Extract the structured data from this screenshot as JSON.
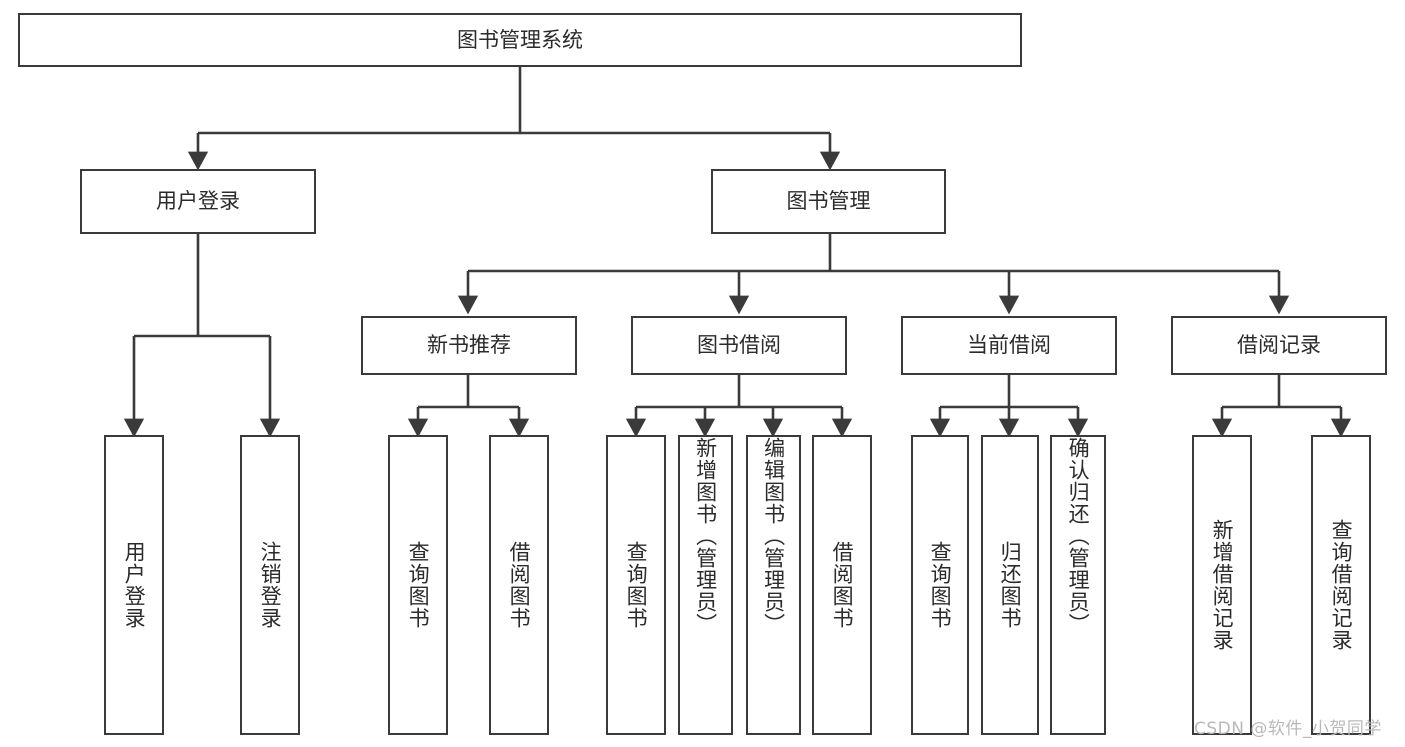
{
  "diagram": {
    "type": "hierarchy-tree",
    "title": "图书管理系统",
    "levels": 4,
    "root": {
      "id": "root",
      "label": "图书管理系统"
    },
    "level2": [
      {
        "id": "user-login",
        "label": "用户登录"
      },
      {
        "id": "book-management",
        "label": "图书管理"
      }
    ],
    "level3": [
      {
        "id": "new-book-recommend",
        "label": "新书推荐",
        "parent": "book-management"
      },
      {
        "id": "book-borrow",
        "label": "图书借阅",
        "parent": "book-management"
      },
      {
        "id": "current-borrow",
        "label": "当前借阅",
        "parent": "book-management"
      },
      {
        "id": "borrow-record",
        "label": "借阅记录",
        "parent": "book-management"
      }
    ],
    "leaves": {
      "user-login": [
        {
          "id": "leaf-user-login",
          "label": "用户登录"
        },
        {
          "id": "leaf-logout",
          "label": "注销登录"
        }
      ],
      "new-book-recommend": [
        {
          "id": "leaf-query-book-1",
          "label": "查询图书"
        },
        {
          "id": "leaf-borrow-book-1",
          "label": "借阅图书"
        }
      ],
      "book-borrow": [
        {
          "id": "leaf-query-book-2",
          "label": "查询图书"
        },
        {
          "id": "leaf-add-book",
          "label": "新增图书（管理员）"
        },
        {
          "id": "leaf-edit-book",
          "label": "编辑图书（管理员）"
        },
        {
          "id": "leaf-borrow-book-2",
          "label": "借阅图书"
        }
      ],
      "current-borrow": [
        {
          "id": "leaf-query-book-3",
          "label": "查询图书"
        },
        {
          "id": "leaf-return-book",
          "label": "归还图书"
        },
        {
          "id": "leaf-confirm-return",
          "label": "确认归还（管理员）"
        }
      ],
      "borrow-record": [
        {
          "id": "leaf-add-record",
          "label": "新增借阅记录"
        },
        {
          "id": "leaf-query-record",
          "label": "查询借阅记录"
        }
      ]
    }
  },
  "watermark": {
    "text": "CSDN @软件_小贺同学"
  },
  "colors": {
    "background": "#ffffff",
    "node_fill": "#ffffff",
    "node_border": "#3a3a3a",
    "edge": "#3a3a3a",
    "text": "#2b2b2b",
    "watermark": "#b9b9b9"
  }
}
